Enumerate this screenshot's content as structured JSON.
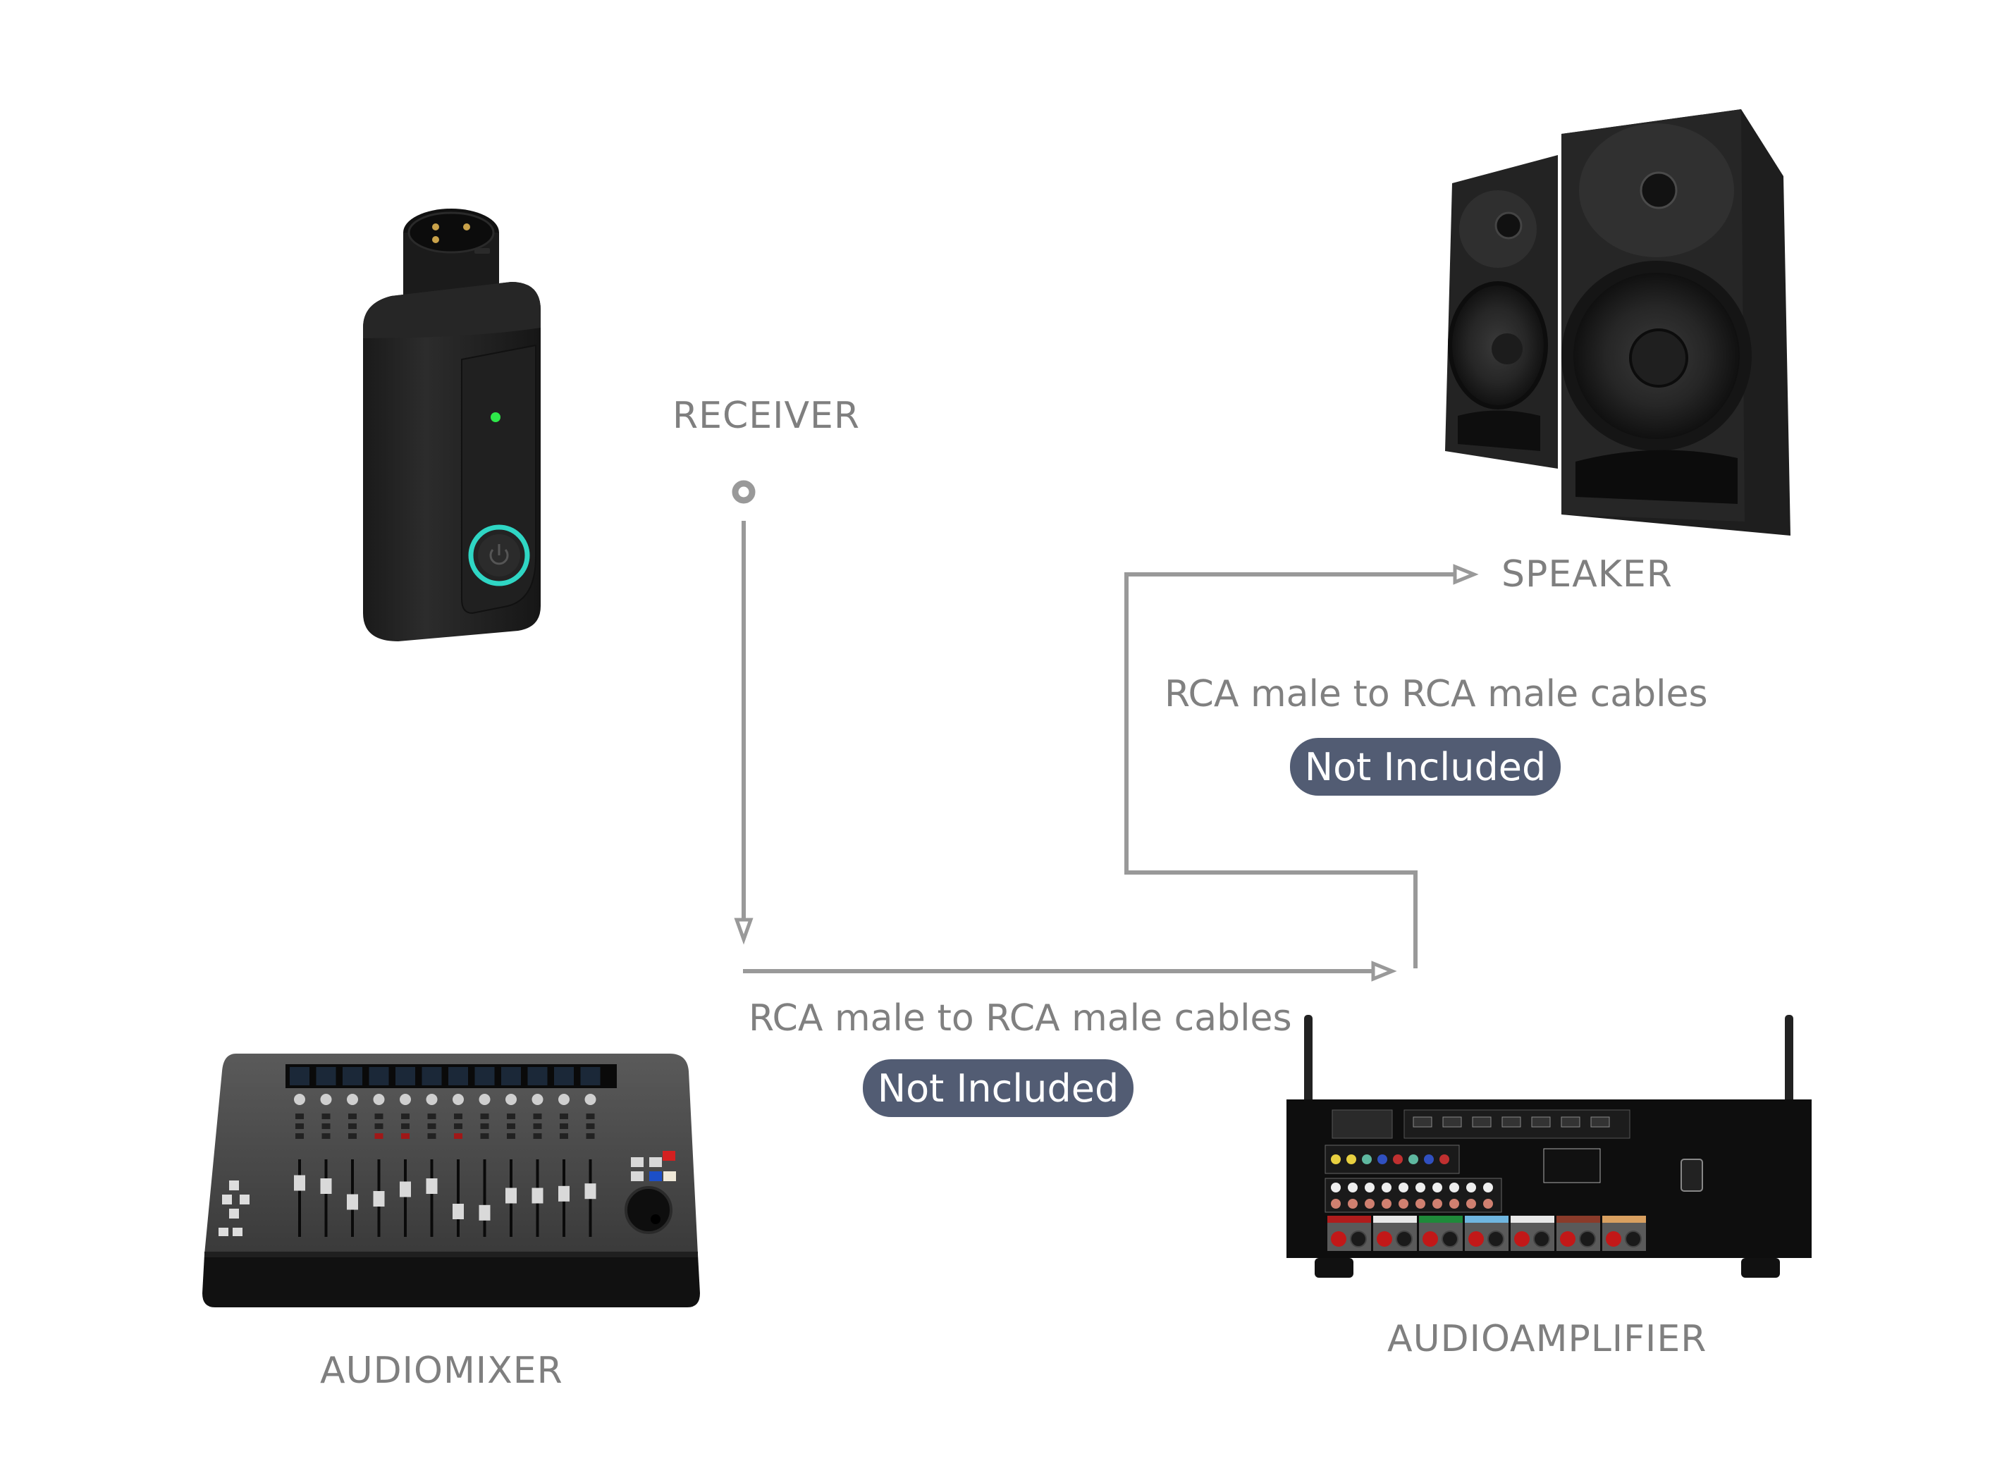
{
  "diagram": {
    "nodes": {
      "receiver": {
        "label": "RECEIVER",
        "icon": "xlr-receiver-icon"
      },
      "speaker": {
        "label": "SPEAKER",
        "icon": "speaker-icon"
      },
      "audiomixer": {
        "label": "AUDIOMIXER",
        "icon": "mixer-console-icon"
      },
      "audioamplifier": {
        "label": "AUDIOAMPLIFIER",
        "icon": "av-amplifier-icon"
      }
    },
    "connections": [
      {
        "from": "RECEIVER",
        "to": "AUDIOMIXER",
        "style": "arrow"
      },
      {
        "from": "AUDIOMIXER",
        "to": "AUDIOAMPLIFIER",
        "cable": "RCA male to RCA male cables",
        "status": "Not Included"
      },
      {
        "from": "AUDIOAMPLIFIER",
        "to": "SPEAKER",
        "cable": "RCA male to RCA male cables",
        "status": "Not Included"
      }
    ],
    "colors": {
      "line": "#999999",
      "label_text": "#7f7f7f",
      "badge_bg": "#525c73",
      "badge_text": "#ffffff",
      "receiver_led": "#2ee84a",
      "receiver_ring": "#2fd6c4"
    }
  }
}
